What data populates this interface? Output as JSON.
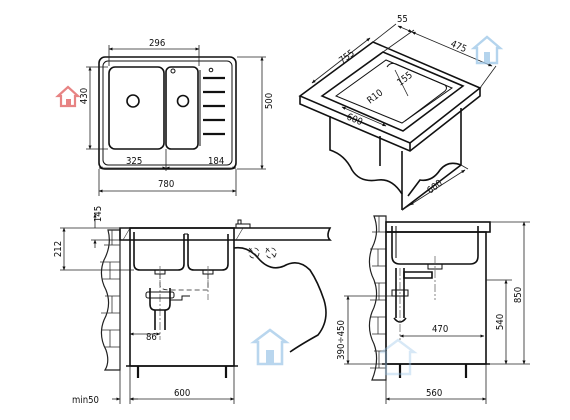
{
  "top_view": {
    "dim_width": "296",
    "dim_height_left": "430",
    "dim_height_right": "500",
    "dim_bowl": "325",
    "dim_drain": "184",
    "dim_total": "780"
  },
  "iso_view": {
    "dim_55": "55",
    "dim_755": "755",
    "dim_475": "475",
    "dim_r10": "R10",
    "dim_155": "155",
    "dim_600_a": "600",
    "dim_600_b": "600"
  },
  "front_view": {
    "dim_145": "145",
    "dim_212": "212",
    "dim_86": "86",
    "dim_600": "600",
    "dim_min50": "min50"
  },
  "side_view": {
    "dim_470": "470",
    "dim_390_450": "390÷450",
    "dim_540": "540",
    "dim_850": "850",
    "dim_560": "560"
  },
  "colors": {
    "line": "#111111",
    "watermark_red": "#e05a5a",
    "watermark_blue": "#9cc6e8"
  },
  "watermarks": [
    "house-icon",
    "house-icon",
    "house-icon",
    "house-icon"
  ]
}
